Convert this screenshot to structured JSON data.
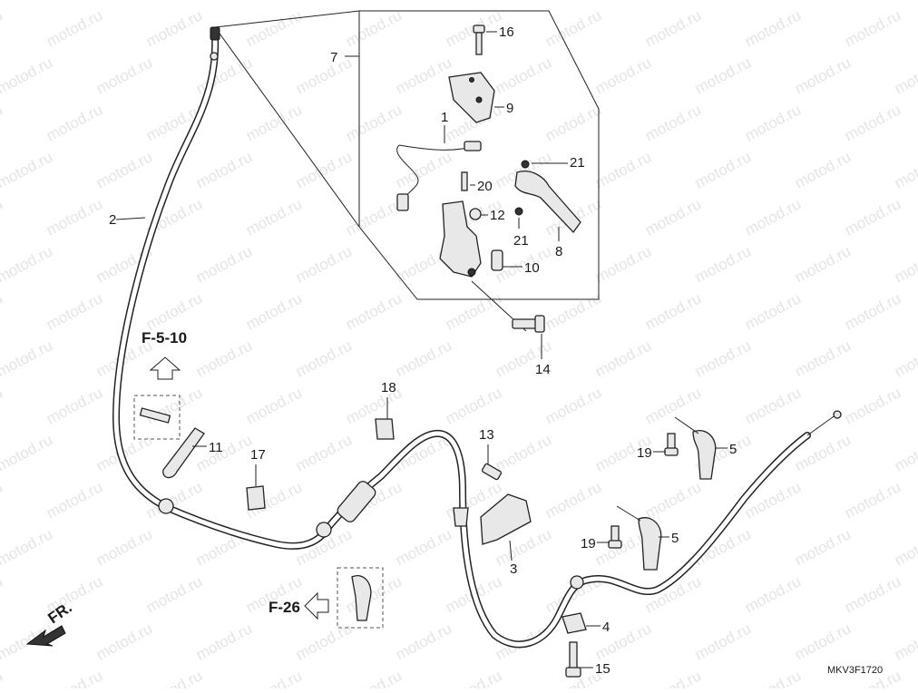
{
  "watermark": "motod.ru",
  "diagram_code": "MKV3F1720",
  "direction_label": "FR.",
  "references": {
    "upper": "F-5-10",
    "lower": "F-26"
  },
  "callouts": [
    "1",
    "2",
    "3",
    "4",
    "5",
    "5",
    "7",
    "8",
    "9",
    "10",
    "11",
    "12",
    "13",
    "14",
    "15",
    "16",
    "17",
    "18",
    "19",
    "19",
    "20",
    "21",
    "21"
  ]
}
